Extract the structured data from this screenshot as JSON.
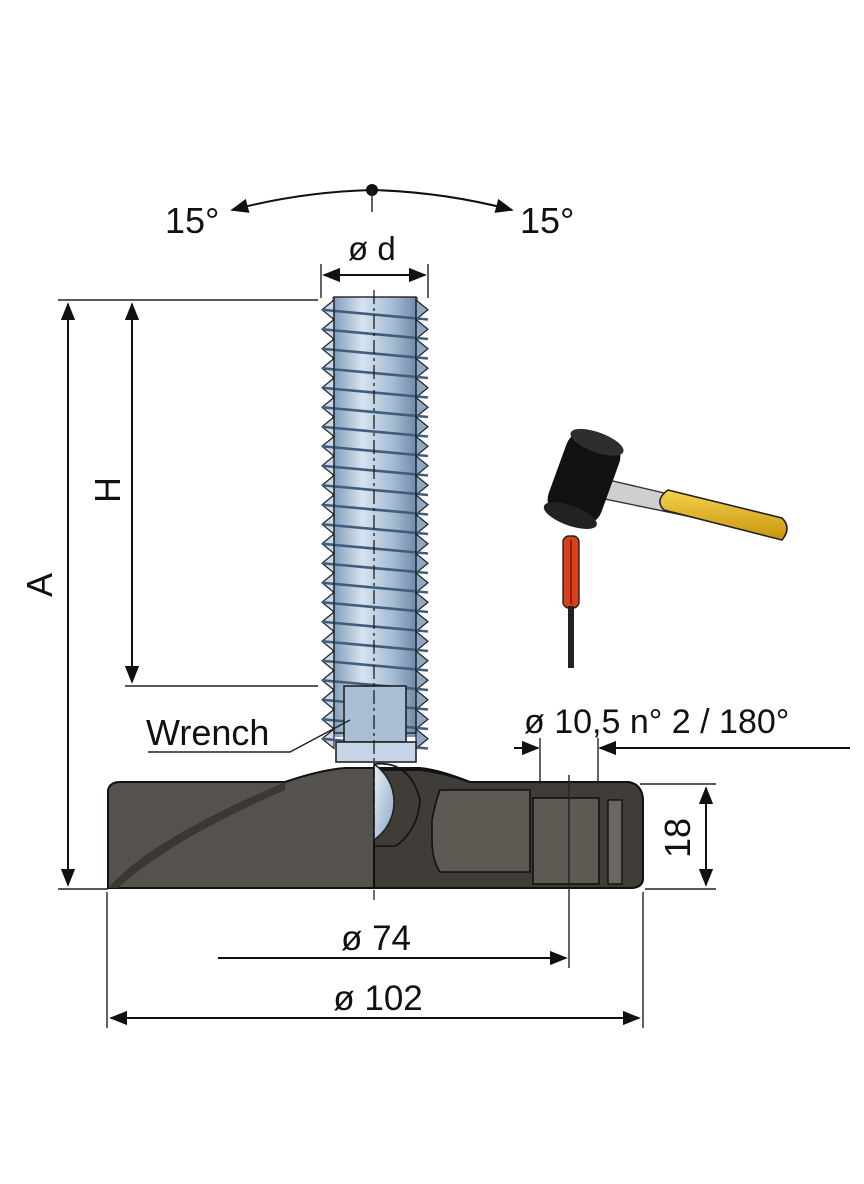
{
  "labels": {
    "tilt_left": "15°",
    "tilt_right": "15°",
    "thread_diameter": "ø d",
    "overall_height": "A",
    "thread_height": "H",
    "wrench": "Wrench",
    "holes": "ø 10,5 n° 2 / 180°",
    "base_height": "18",
    "hole_circle": "ø 74",
    "base_diameter": "ø 102"
  },
  "colors": {
    "base": "#55524d",
    "base_dark": "#3a3833",
    "thread": "#b9cbe0",
    "thread_dark": "#5f7f9f",
    "hammer_head": "#111111",
    "hammer_handle": "#e0b21c",
    "screwdriver_handle": "#d8401a",
    "ink": "#111111"
  },
  "icons": [
    "hammer-icon",
    "screwdriver-icon"
  ]
}
